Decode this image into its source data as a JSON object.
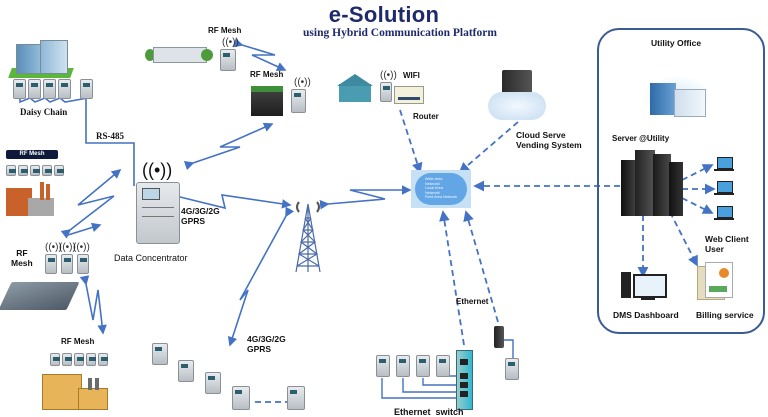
{
  "header": {
    "title": "e-Solution",
    "subtitle": "using Hybrid Communication Platform"
  },
  "nodes": {
    "daisy_chain": "Daisy Chain",
    "rs485": "RS-485",
    "rf_mesh_top_left": "RF Mesh",
    "rf_mesh_top_right": "RF Mesh",
    "rf_mesh_factory_badge": "RF Mesh",
    "rf_mesh_plant_line1": "RF",
    "rf_mesh_plant_line2": "Mesh",
    "rf_mesh_bottom": "RF Mesh",
    "data_concentrator": "Data Concentrator",
    "cellular_upper_line1": "4G/3G/2G",
    "cellular_upper_line2": "GPRS",
    "cellular_lower_line1": "4G/3G/2G",
    "cellular_lower_line2": "GPRS",
    "wifi": "WIFI",
    "router": "Router",
    "cloud_server_line1": "Cloud Serve",
    "cloud_server_line2": "Vending System",
    "network_cloud_lines": [
      "Wide Area",
      "Network/",
      "Local Area",
      "Network/",
      "Field Area Network"
    ],
    "ethernet": "Ethernet",
    "ethernet_switch": "Ethernet  switch"
  },
  "utility_office": {
    "title": "Utility Office",
    "server": "Server @Utility",
    "web_client_line1": "Web Client",
    "web_client_line2": "User",
    "dms_dashboard": "DMS Dashboard",
    "billing_service": "Billing service"
  },
  "colors": {
    "title": "#1f2a6b",
    "link_line": "#4472c4",
    "office_border": "#3a5b94"
  }
}
